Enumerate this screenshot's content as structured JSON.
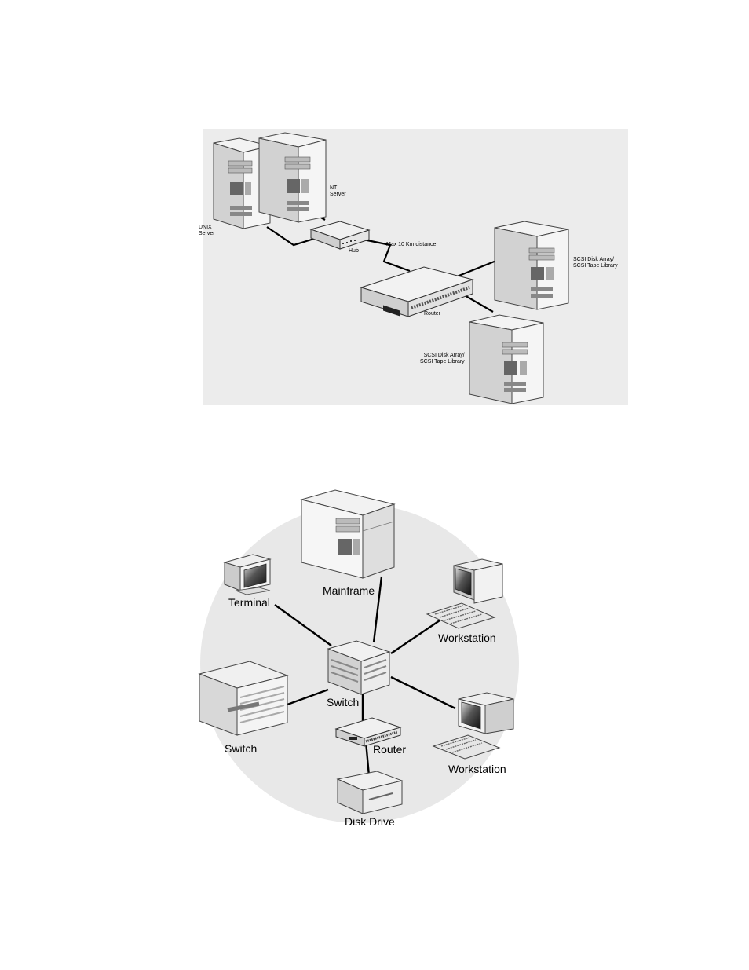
{
  "figure1": {
    "labels": {
      "unix_server": "UNIX\nServer",
      "nt_server": "NT\nServer",
      "hub": "Hub",
      "distance": "Max 10 Km distance",
      "router": "Router",
      "scsi_right": "SCSI Disk Array/\nSCSI Tape Library",
      "scsi_bottom": "SCSI Disk Array/\nSCSI Tape Library"
    }
  },
  "figure2": {
    "labels": {
      "mainframe": "Mainframe",
      "terminal": "Terminal",
      "workstation_top": "Workstation",
      "switch_center": "Switch",
      "switch_left": "Switch",
      "router": "Router",
      "workstation_bottom": "Workstation",
      "disk_drive": "Disk Drive"
    }
  }
}
